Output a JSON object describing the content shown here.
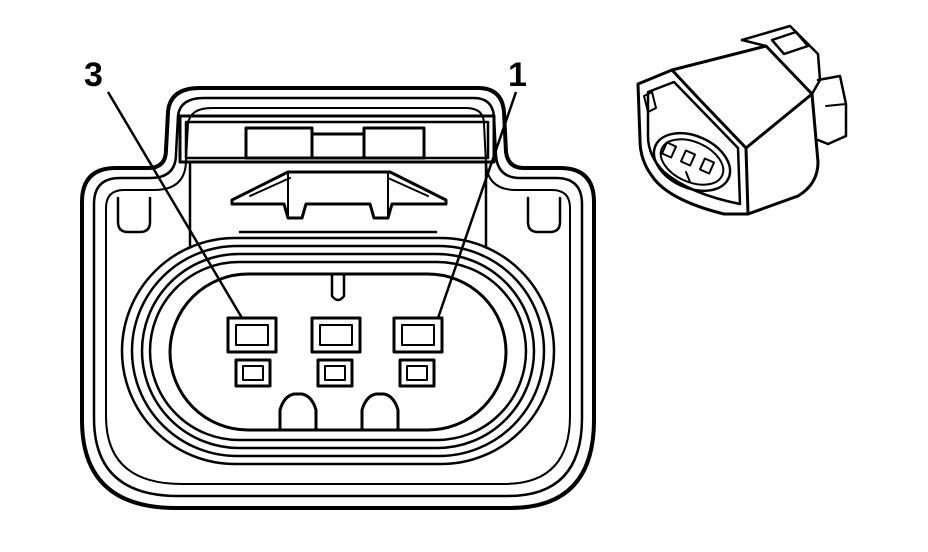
{
  "diagram": {
    "labels": {
      "pin_3": "3",
      "pin_1": "1"
    },
    "colors": {
      "line": "#000000",
      "background": "#ffffff"
    },
    "pin_count": 3
  }
}
